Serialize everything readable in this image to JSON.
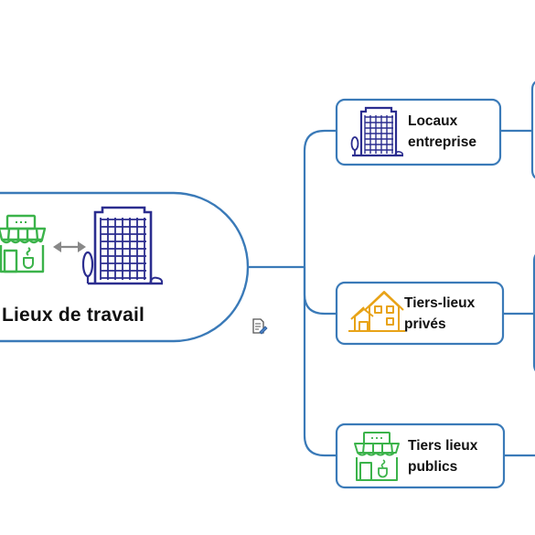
{
  "root": {
    "label": "Lieux de travail",
    "icon_left": "storefront-icon",
    "icon_swap": "double-arrow-icon",
    "icon_right": "office-building-icon"
  },
  "branches": [
    {
      "line1": "Locaux",
      "line2": "entreprise",
      "icon": "office-building-icon",
      "color": "#2b2d8f"
    },
    {
      "line1": "Tiers-lieux",
      "line2": "privés",
      "icon": "houses-icon",
      "color": "#e8a317"
    },
    {
      "line1": "Tiers lieux",
      "line2": "publics",
      "icon": "storefront-icon",
      "color": "#3bb34a"
    }
  ],
  "note_icon": "note-icon",
  "colors": {
    "connector": "#3a7ab8",
    "text": "#111111",
    "swap_arrow": "#888888"
  }
}
